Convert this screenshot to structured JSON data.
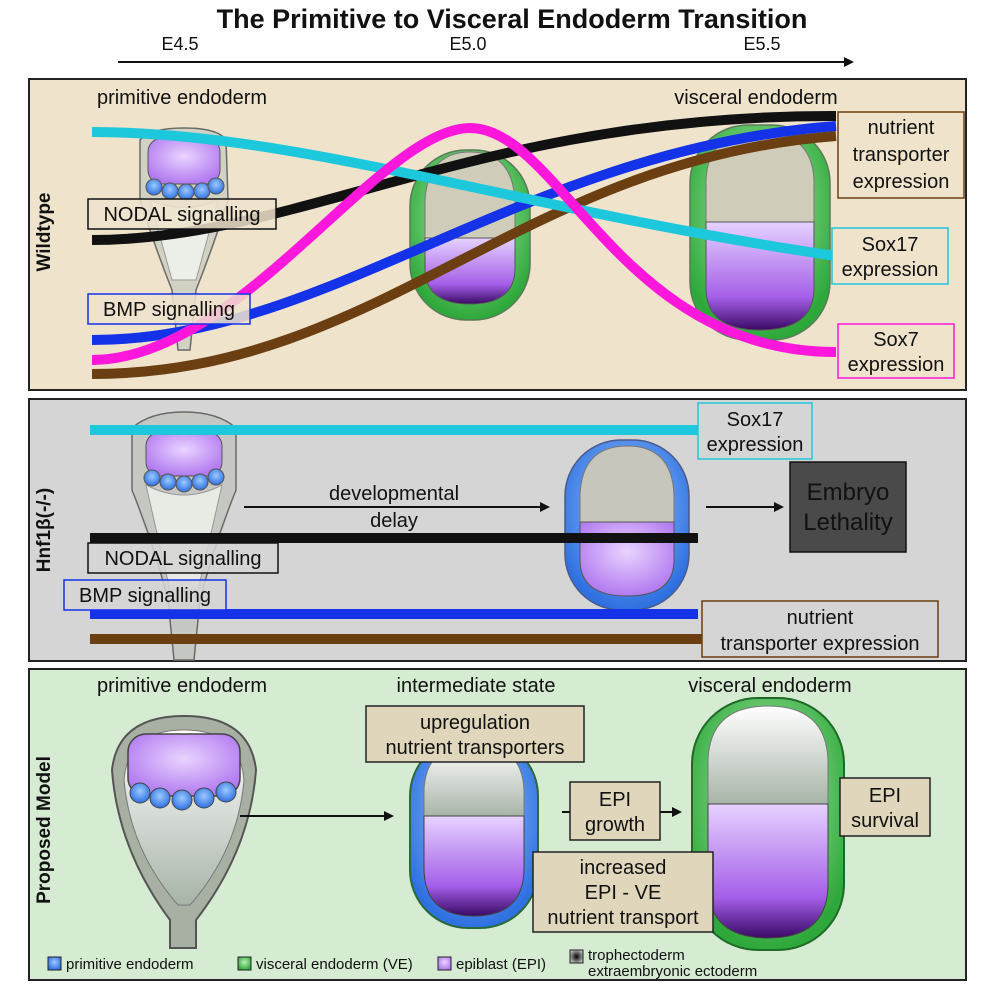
{
  "title": "The Primitive to Visceral Endoderm Transition",
  "timeline": {
    "stages": [
      "E4.5",
      "E5.0",
      "E5.5"
    ]
  },
  "colors": {
    "wildtype_bg": "#efe3cc",
    "mutant_bg": "#d5d5d5",
    "model_bg": "#d6ecd2",
    "sox17": "#1ec8dc",
    "sox7": "#ff18dc",
    "nodal": "#111111",
    "bmp": "#1432e8",
    "nutrient": "#6b3f12",
    "primitive_endoderm": "#2e8ee8",
    "visceral_endoderm": "#2ea83a",
    "epiblast": "#b27af0",
    "extraembryonic": "#b8c2b8"
  },
  "panels": {
    "wildtype": {
      "side_label": "Wildtype",
      "headers": [
        "primitive endoderm",
        "visceral endoderm"
      ],
      "labels": {
        "nodal": "NODAL signalling",
        "bmp": "BMP signalling",
        "nutrient": [
          "nutrient",
          "transporter",
          "expression"
        ],
        "sox17": [
          "Sox17",
          "expression"
        ],
        "sox7": [
          "Sox7",
          "expression"
        ]
      }
    },
    "mutant": {
      "side_label": "Hnf1β(-/-)",
      "labels": {
        "sox17": [
          "Sox17",
          "expression"
        ],
        "delay": [
          "developmental",
          "delay"
        ],
        "lethality": [
          "Embryo",
          "Lethality"
        ],
        "nodal": "NODAL signalling",
        "bmp": "BMP signalling",
        "nutrient": [
          "nutrient",
          "transporter expression"
        ]
      }
    },
    "model": {
      "side_label": "Proposed Model",
      "headers": [
        "primitive endoderm",
        "intermediate state",
        "visceral endoderm"
      ],
      "boxes": {
        "upregulation": [
          "upregulation",
          "nutrient transporters"
        ],
        "epi_growth": [
          "EPI",
          "growth"
        ],
        "epi_survival": [
          "EPI",
          "survival"
        ],
        "transport": [
          "increased",
          "EPI - VE",
          "nutrient transport"
        ]
      }
    }
  },
  "legend": [
    {
      "label": "primitive endoderm",
      "color": "#2e8ee8"
    },
    {
      "label": "visceral endoderm (VE)",
      "color": "#2ea83a"
    },
    {
      "label": "epiblast (EPI)",
      "color": "#b27af0"
    },
    {
      "label_lines": [
        "trophectoderm",
        "extraembryonic ectoderm"
      ],
      "color": "#444444"
    }
  ]
}
